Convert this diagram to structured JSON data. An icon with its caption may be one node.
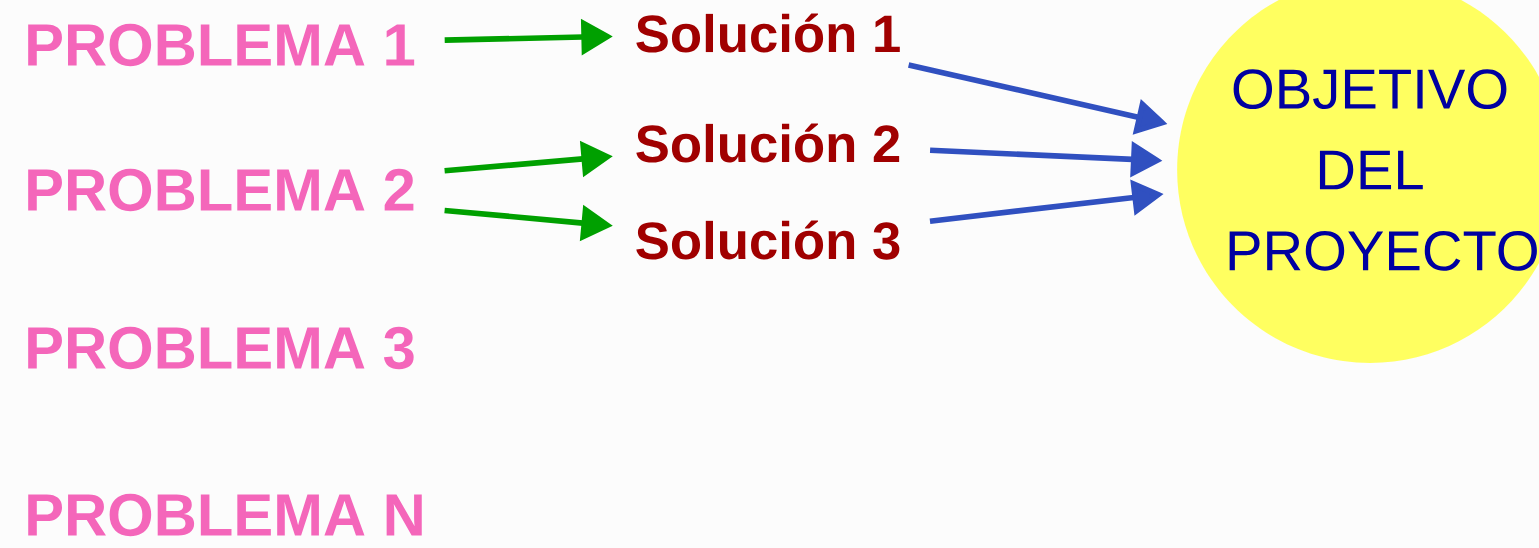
{
  "diagram": {
    "nodes": [
      {
        "text": [
          "PROBLEMA 1"
        ]
      },
      {
        "text": [
          "PROBLEMA 2"
        ]
      },
      {
        "text": [
          "PROBLEMA 3"
        ]
      },
      {
        "text": [
          "PROBLEMA N"
        ]
      },
      {
        "text": [
          "Solución 1"
        ]
      },
      {
        "text": [
          "Solución 2"
        ]
      },
      {
        "text": [
          "Solución 3"
        ]
      },
      {
        "text": [
          "OBJETIVO DEL PROYECTO"
        ]
      }
    ],
    "edges": [
      {
        "from": 0,
        "to": 4,
        "arrow": "to",
        "color": "#00a000"
      },
      {
        "from": 1,
        "to": 5,
        "arrow": "to",
        "color": "#00a000"
      },
      {
        "from": 1,
        "to": 6,
        "arrow": "to",
        "color": "#00a000"
      },
      {
        "from": 4,
        "to": 7,
        "arrow": "to",
        "color": "#3050c0"
      },
      {
        "from": 5,
        "to": 7,
        "arrow": "to",
        "color": "#3050c0"
      },
      {
        "from": 6,
        "to": 7,
        "arrow": "to",
        "color": "#3050c0"
      }
    ]
  }
}
